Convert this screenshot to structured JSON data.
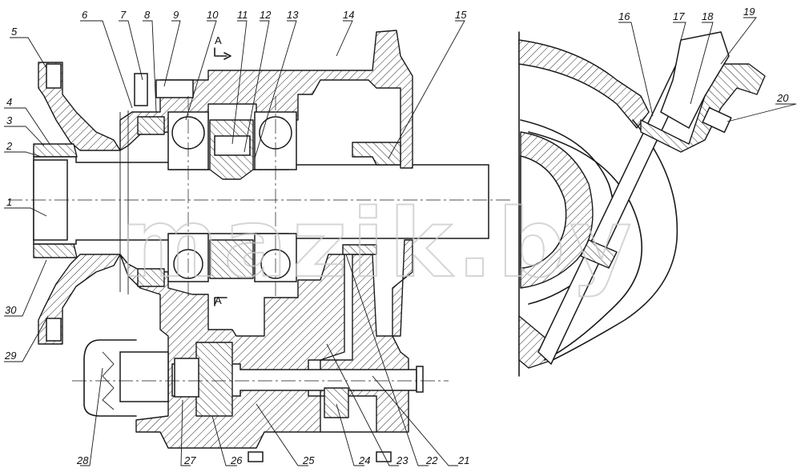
{
  "watermark": "mazik.by",
  "section_marks": [
    "A",
    "A"
  ],
  "callouts": [
    {
      "n": "1"
    },
    {
      "n": "2"
    },
    {
      "n": "3"
    },
    {
      "n": "4"
    },
    {
      "n": "5"
    },
    {
      "n": "6"
    },
    {
      "n": "7"
    },
    {
      "n": "8"
    },
    {
      "n": "9"
    },
    {
      "n": "10"
    },
    {
      "n": "11"
    },
    {
      "n": "12"
    },
    {
      "n": "13"
    },
    {
      "n": "14"
    },
    {
      "n": "15"
    },
    {
      "n": "16"
    },
    {
      "n": "17"
    },
    {
      "n": "18"
    },
    {
      "n": "19"
    },
    {
      "n": "20"
    },
    {
      "n": "21"
    },
    {
      "n": "22"
    },
    {
      "n": "23"
    },
    {
      "n": "24"
    },
    {
      "n": "25"
    },
    {
      "n": "26"
    },
    {
      "n": "27"
    },
    {
      "n": "28"
    },
    {
      "n": "29"
    },
    {
      "n": "30"
    }
  ]
}
